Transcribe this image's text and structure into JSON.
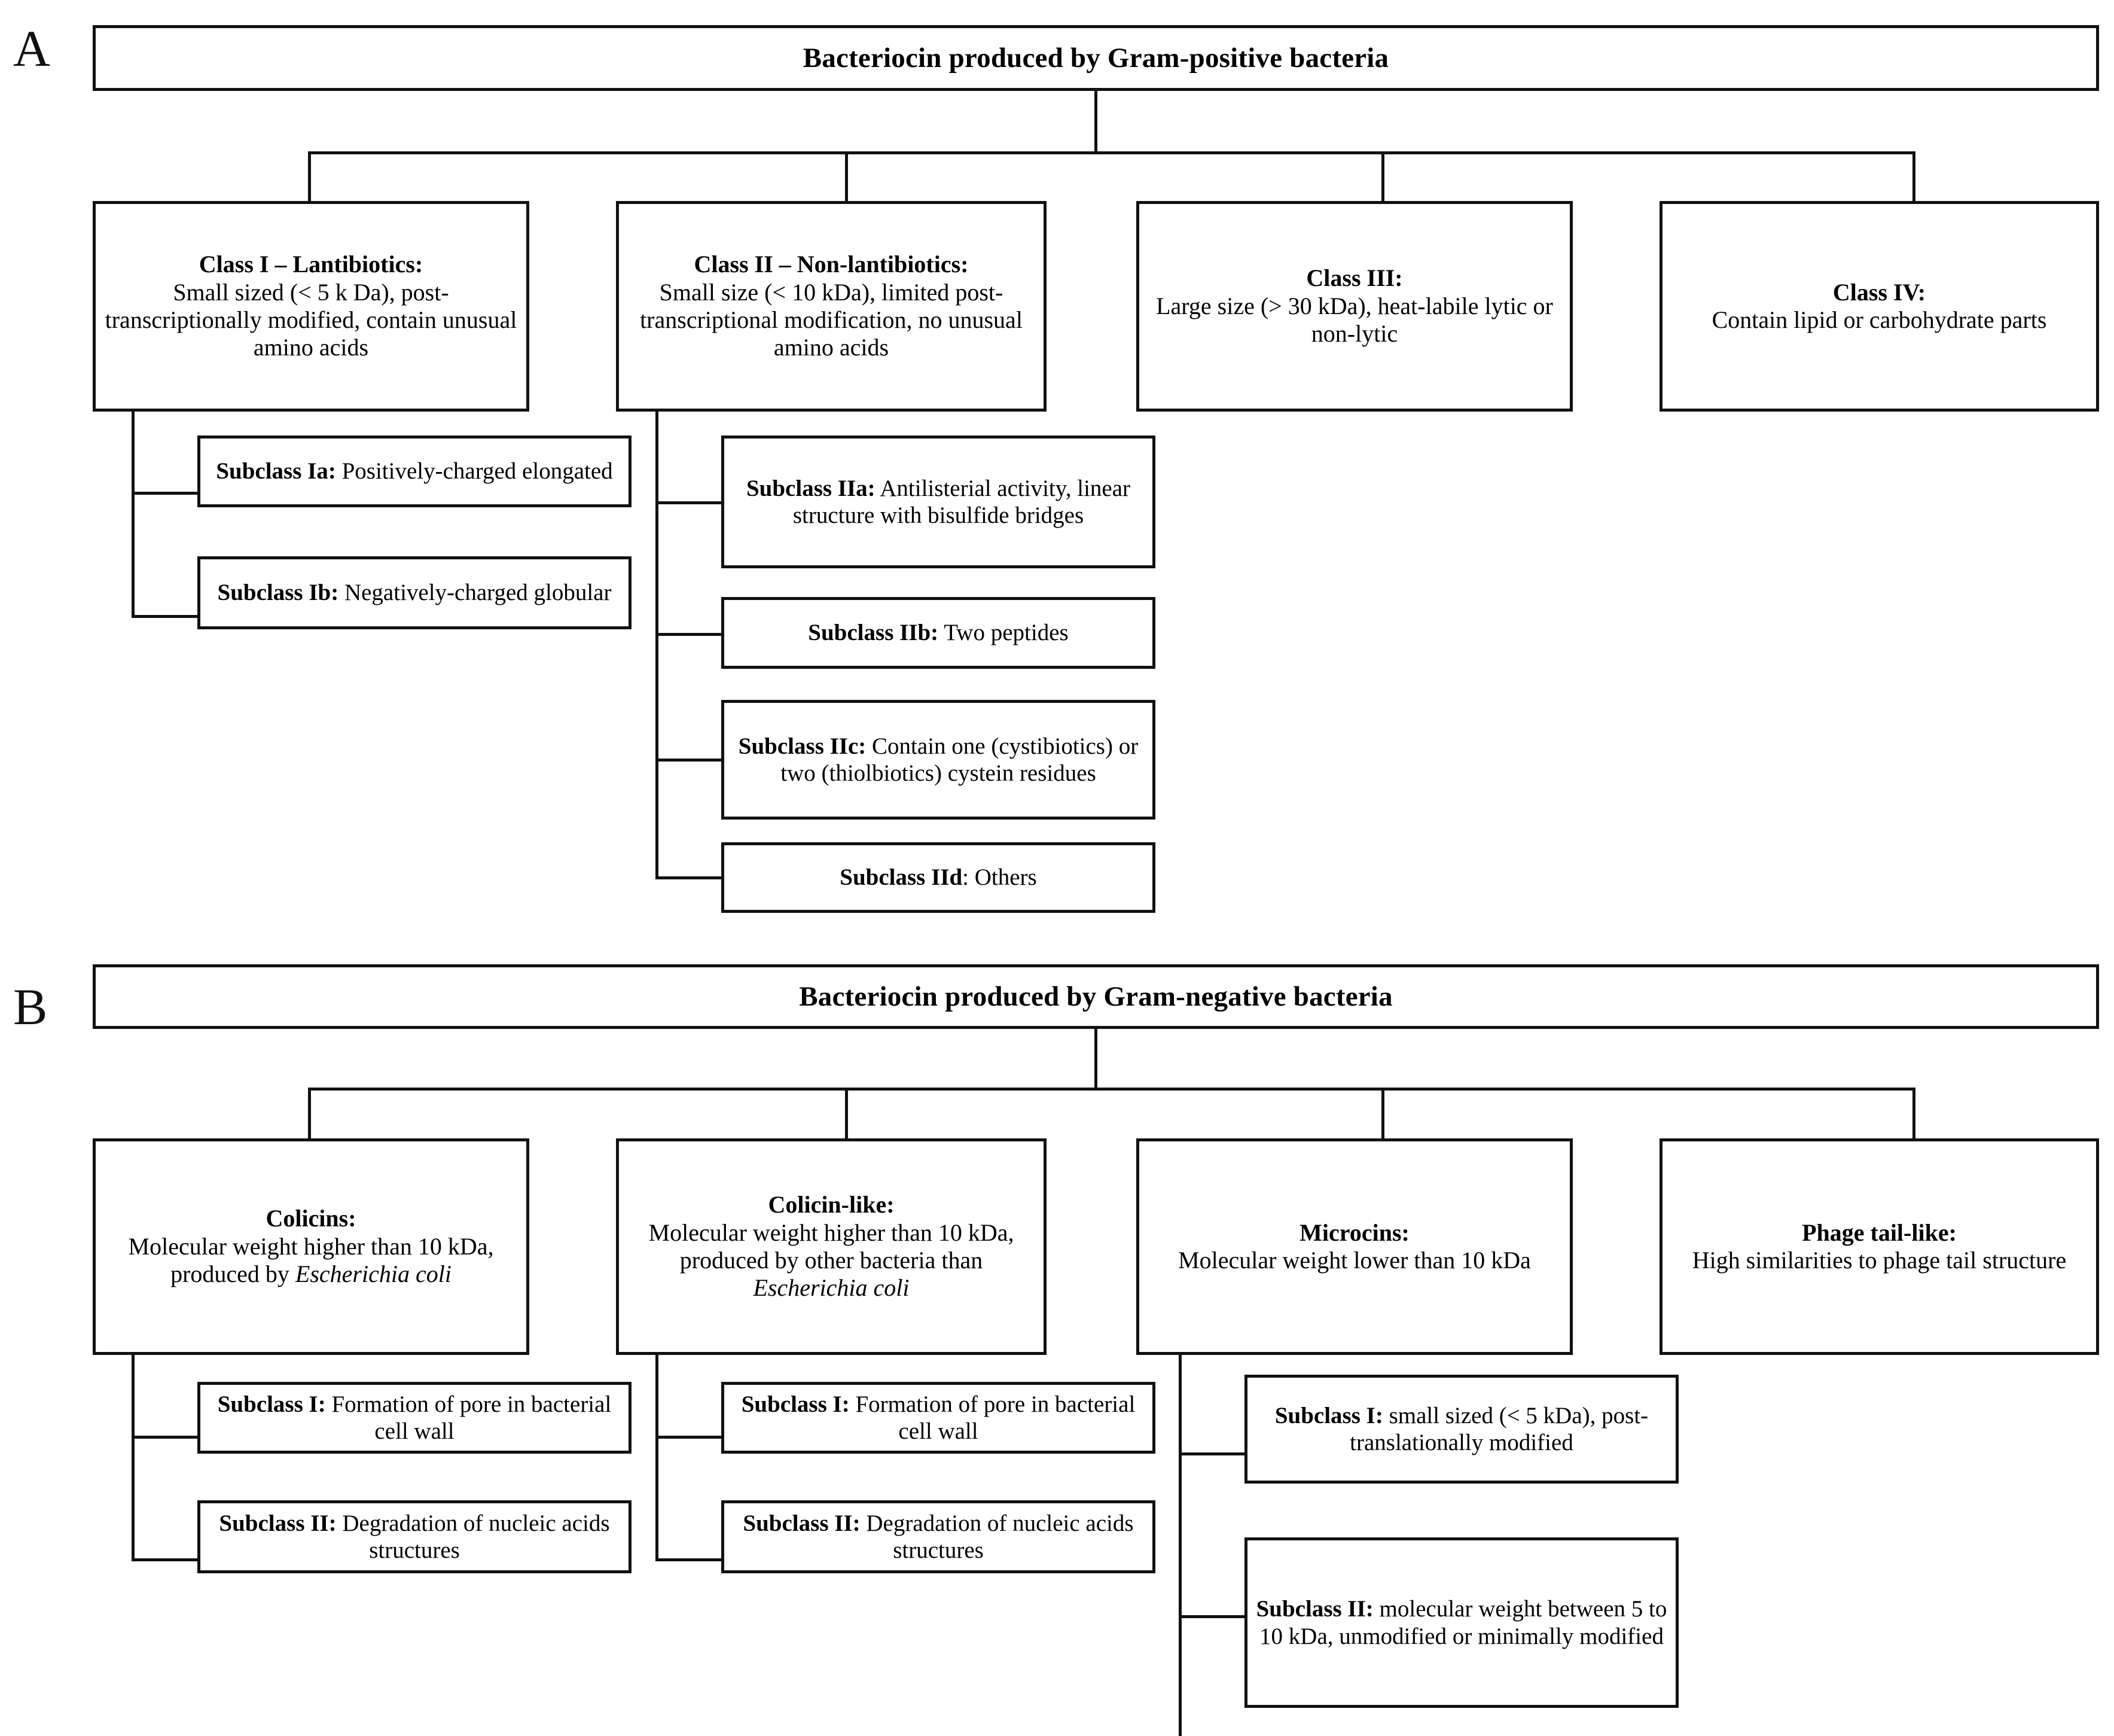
{
  "figure": {
    "panels": [
      {
        "letter": "A",
        "title": "Bacteriocin produced by Gram-positive bacteria",
        "classes": [
          {
            "heading": "Class I – Lantibiotics:",
            "description": "Small sized (< 5 k Da), post-transcriptionally modified, contain unusual amino acids",
            "subclasses": [
              {
                "heading": "Subclass Ia:",
                "description": " Positively-charged elongated"
              },
              {
                "heading": "Subclass Ib:",
                "description": " Negatively-charged globular"
              }
            ]
          },
          {
            "heading": "Class II – Non-lantibiotics:",
            "description": "Small size (< 10 kDa), limited post-transcriptional modification, no unusual amino acids",
            "subclasses": [
              {
                "heading": "Subclass IIa:",
                "description": " Antilisterial activity, linear structure with bisulfide bridges"
              },
              {
                "heading": "Subclass IIb:",
                "description": " Two peptides"
              },
              {
                "heading": "Subclass IIc:",
                "description": " Contain one (cystibiotics) or two (thiolbiotics) cystein residues"
              },
              {
                "heading": "Subclass IId",
                "description": ": Others"
              }
            ]
          },
          {
            "heading": "Class III:",
            "description": "Large size (> 30 kDa), heat-labile lytic or non-lytic",
            "subclasses": []
          },
          {
            "heading": "Class IV:",
            "description": "Contain lipid or carbohydrate parts",
            "subclasses": []
          }
        ]
      },
      {
        "letter": "B",
        "title": "Bacteriocin produced by Gram-negative bacteria",
        "classes": [
          {
            "heading": "Colicins:",
            "description": "Molecular weight higher than 10 kDa, produced by ",
            "description_italic": "Escherichia coli",
            "subclasses": [
              {
                "heading": "Subclass I:",
                "description": " Formation of pore in bacterial cell wall"
              },
              {
                "heading": "Subclass II:",
                "description": " Degradation of nucleic acids structures"
              }
            ]
          },
          {
            "heading": "Colicin-like:",
            "description": "Molecular weight higher than 10 kDa, produced by other bacteria than ",
            "description_italic": "Escherichia coli",
            "subclasses": [
              {
                "heading": "Subclass I:",
                "description": " Formation of pore in bacterial cell wall"
              },
              {
                "heading": "Subclass II:",
                "description": " Degradation of nucleic acids structures"
              }
            ]
          },
          {
            "heading": "Microcins:",
            "description": "Molecular weight lower than 10 kDa",
            "subclasses": [
              {
                "heading": "Subclass I:",
                "description": " small sized (< 5 kDa), post-translationally modified"
              },
              {
                "heading": "Subclass II:",
                "description": " molecular weight between 5 to 10 kDa, unmodified or minimally modified"
              }
            ]
          },
          {
            "heading": "Phage tail-like:",
            "description": "High similarities to phage tail structure",
            "subclasses": []
          }
        ]
      }
    ],
    "colors": {
      "line": "#111111",
      "background": "#ffffff",
      "text": "#000000"
    }
  }
}
